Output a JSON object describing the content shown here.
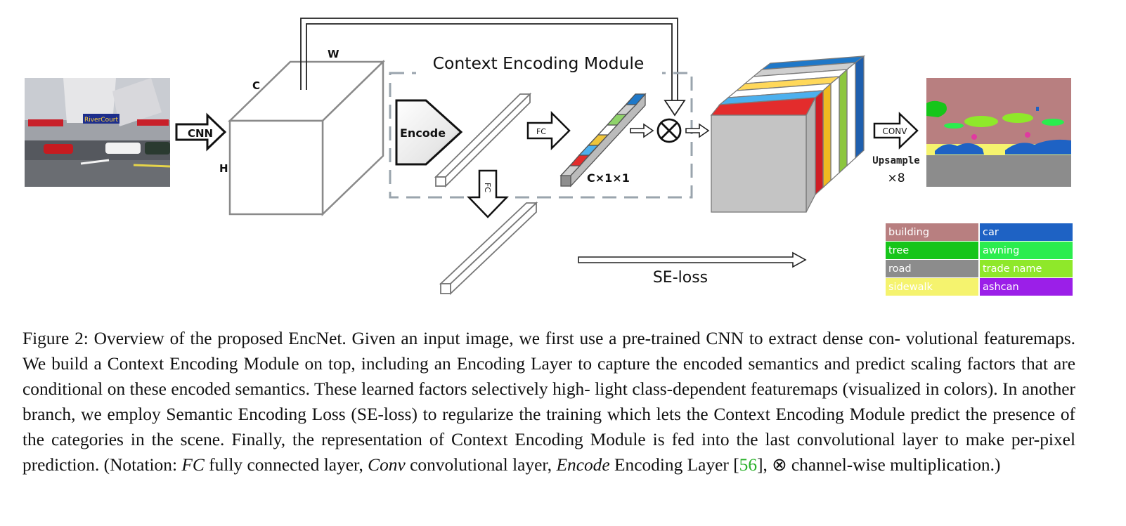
{
  "figure": {
    "cnn_label": "CNN",
    "dim_c": "C",
    "dim_w": "W",
    "dim_h": "H",
    "module_title": "Context Encoding Module",
    "encode_label": "Encode",
    "fc_label": "FC",
    "fc_label_vertical": "FC",
    "vector_dims": "C×1×1",
    "conv_label": "CONV",
    "upsample_label": "Upsample",
    "upsample_factor": "×8",
    "se_loss_label": "SE-loss",
    "photo_sign": "RiverCourt",
    "legend": [
      {
        "label": "building",
        "color": "#b87f80"
      },
      {
        "label": "car",
        "color": "#1e62c4"
      },
      {
        "label": "tree",
        "color": "#16c51a"
      },
      {
        "label": "awning",
        "color": "#2bed4e"
      },
      {
        "label": "road",
        "color": "#8c8c8c"
      },
      {
        "label": "trade name",
        "color": "#8fe82a"
      },
      {
        "label": "sidewalk",
        "color": "#f5f36e"
      },
      {
        "label": "ashcan",
        "color": "#9b1fe8"
      }
    ]
  },
  "caption": {
    "line1": "Figure 2: Overview of the proposed EncNet. Given an input image, we first use a pre-trained CNN to extract dense con-",
    "line2": "volutional featuremaps. We build a Context Encoding Module on top, including an Encoding Layer to capture the encoded",
    "line3": "semantics and predict scaling factors that are conditional on these encoded semantics. These learned factors selectively high-",
    "line4": "light class-dependent featuremaps (visualized in colors). In another branch, we employ Semantic Encoding Loss (SE-loss) to",
    "line5": "regularize the training which lets the Context Encoding Module predict the presence of the categories in the scene. Finally, the",
    "line6": "representation of Context Encoding Module is fed into the last convolutional layer to make per-pixel prediction. (Notation:",
    "fc_abbr": "FC",
    "fc_text": " fully connected layer, ",
    "conv_abbr": "Conv",
    "conv_text": " convolutional layer, ",
    "encode_abbr": "Encode",
    "encode_text": " Encoding Layer [",
    "ref": "56",
    "ref_close": "], ",
    "otimes": "⊗",
    "end_text": " channel-wise multiplication.)"
  }
}
